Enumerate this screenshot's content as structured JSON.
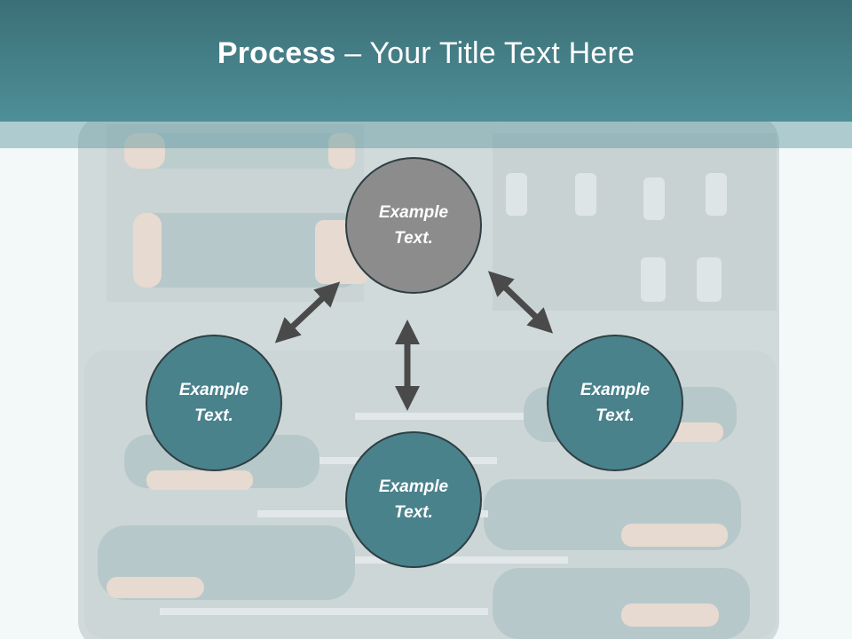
{
  "slide": {
    "title_bold": "Process",
    "title_rest": " – Your Title Text Here"
  },
  "nodes": {
    "top": "Example\nText.",
    "left": "Example\nText.",
    "center": "Example\nText.",
    "right": "Example\nText."
  },
  "colors": {
    "title_bar": "#4e8f97",
    "node_teal": "#4a828c",
    "node_gray": "#8c8c8c",
    "arrow": "#4a4a4a"
  },
  "icons": {
    "arrows": "double-headed-arrow"
  }
}
